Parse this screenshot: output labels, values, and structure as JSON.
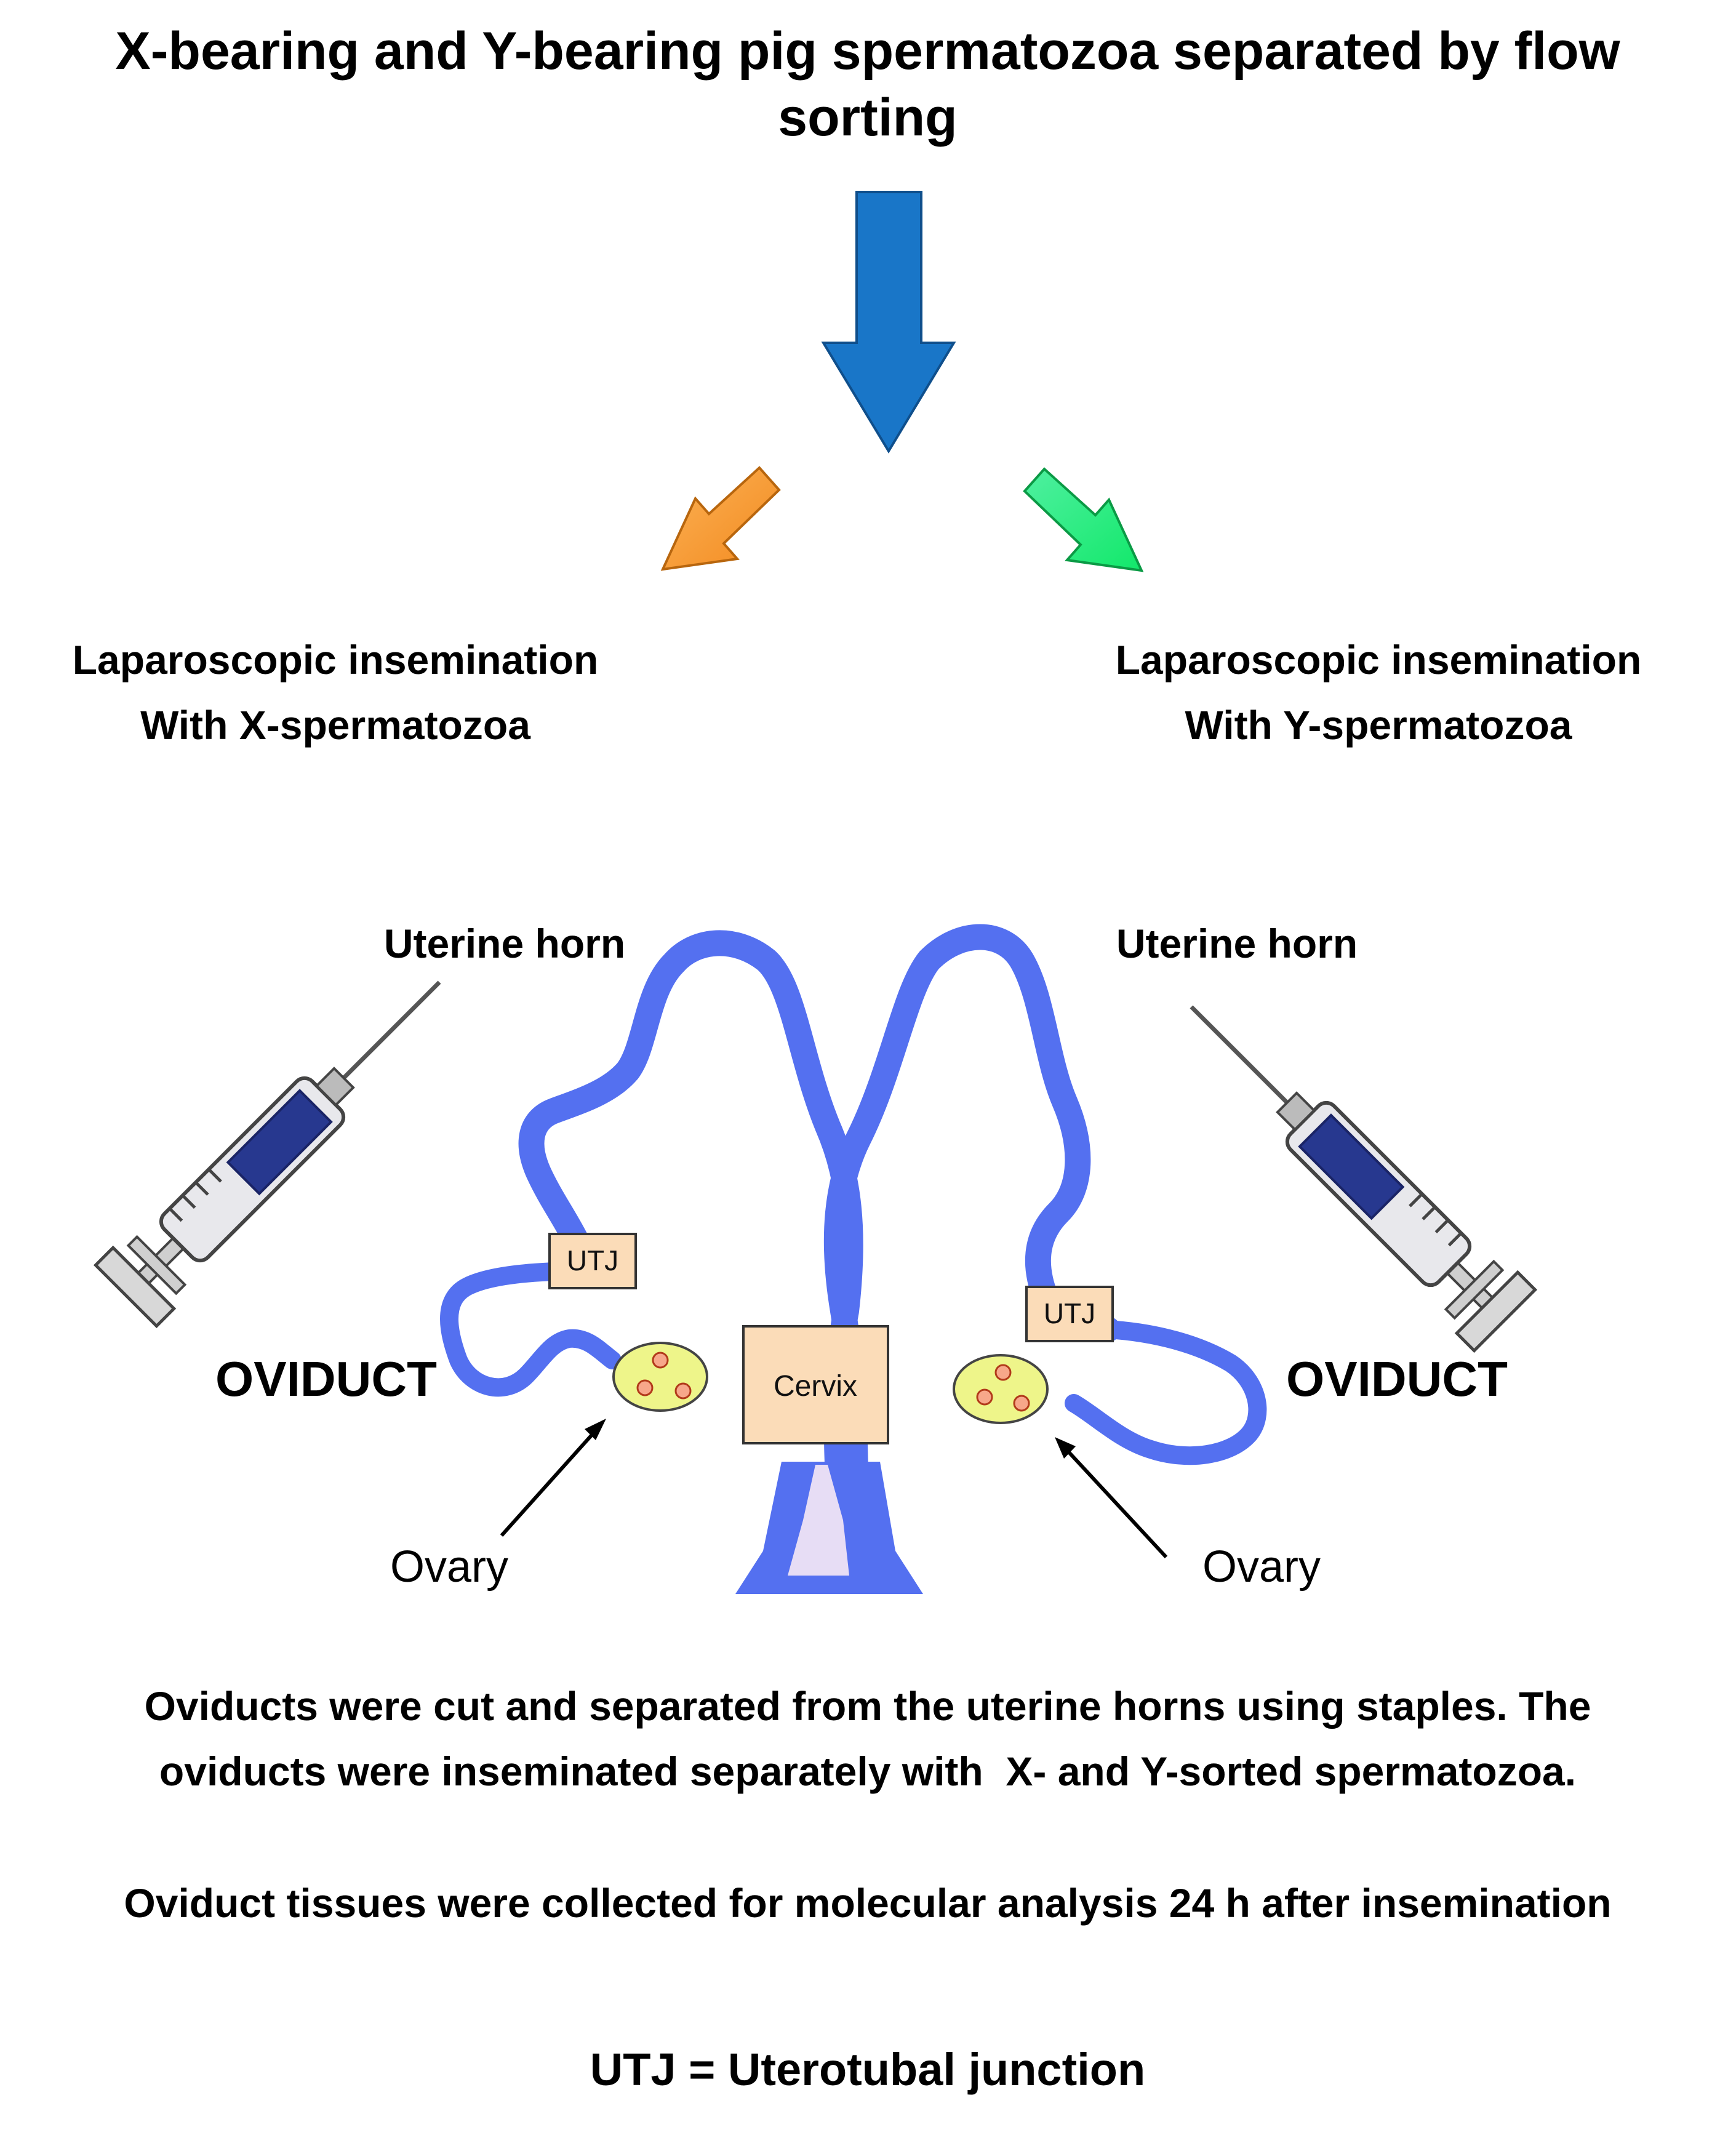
{
  "title": "X-bearing and Y-bearing pig spermatozoa separated by flow sorting",
  "branches": {
    "left": {
      "line1": "Laparoscopic insemination",
      "line2": "With X-spermatozoa"
    },
    "right": {
      "line1": "Laparoscopic insemination",
      "line2": "With Y-spermatozoa"
    }
  },
  "anatomy": {
    "uterine_horn_left": "Uterine horn",
    "uterine_horn_right": "Uterine horn",
    "oviduct_left": "OVIDUCT",
    "oviduct_right": "OVIDUCT",
    "utj_left": "UTJ",
    "utj_right": "UTJ",
    "cervix": "Cervix",
    "ovary_left": "Ovary",
    "ovary_right": "Ovary"
  },
  "paragraphs": {
    "p1_line1": "Oviducts were cut and separated from the uterine horns using staples. The",
    "p1_line2": "oviducts were inseminated separately with  X- and Y-sorted spermatozoa.",
    "p2": "Oviduct tissues were collected for molecular analysis 24 h after insemination"
  },
  "abbreviation_note": "UTJ = Uterotubal junction",
  "colors": {
    "main_arrow": "#1976c8",
    "left_arrow": "#f7972f",
    "right_arrow": "#1ef07a",
    "uterus": "#5470f0",
    "label_box": "#fbdcb8",
    "ovary_fill": "#eef58a",
    "follicle": "#f7a78a",
    "syringe_plunger": "#27388f"
  },
  "icons": [
    "down-arrow-icon",
    "left-down-arrow-icon",
    "right-down-arrow-icon",
    "syringe-icon"
  ]
}
